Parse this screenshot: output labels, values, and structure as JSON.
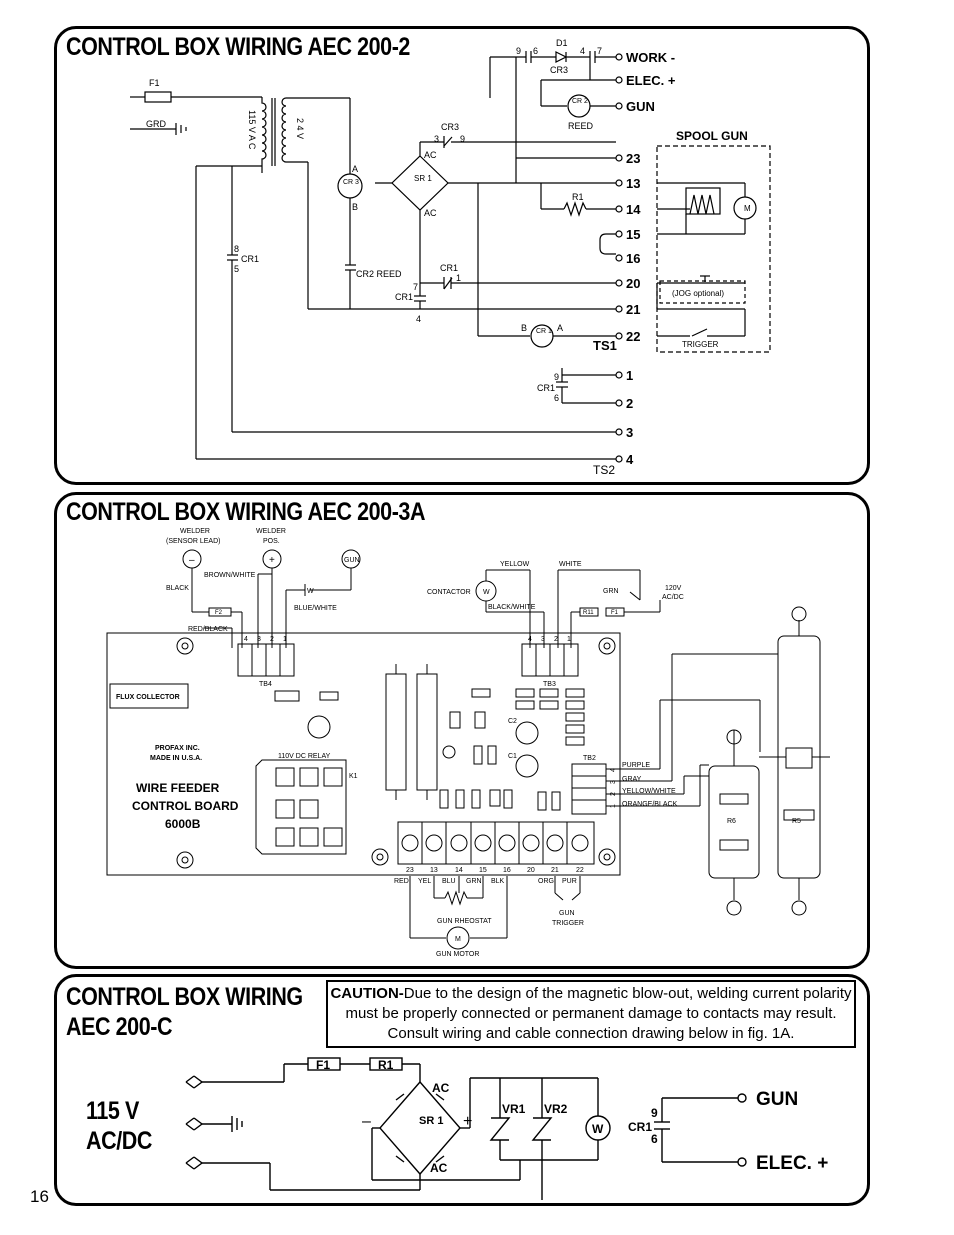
{
  "page_number": "16",
  "panel1": {
    "title": "CONTROL BOX WIRING AEC 200-2",
    "fuse": "F1",
    "grd": "GRD",
    "transformer_primary": "115 V A C",
    "transformer_secondary": "2 4 V",
    "cr3_coil": "CR 3",
    "cr3_a": "A",
    "cr3_b": "B",
    "cr3_contact": "CR3",
    "cr3_pins": [
      "3",
      "9"
    ],
    "sr1": "SR 1",
    "ac_top": "AC",
    "ac_bottom": "AC",
    "cr1_left_top": "8",
    "cr1_left_label": "CR1",
    "cr1_left_bottom": "5",
    "cr2_reed": "CR2 REED",
    "cr1_mid_pins": [
      "7",
      "4"
    ],
    "cr1_mid_label": "CR1",
    "cr1_nc_label": "CR1",
    "cr1_nc_pin": "1",
    "d1": "D1",
    "d1_pins": [
      "9",
      "6",
      "4",
      "7"
    ],
    "cr3_top": "CR3",
    "cr2_coil": "CR 2",
    "reed": "REED",
    "r1": "R1",
    "cr1_coil": "CR 1",
    "cr1_coil_b": "B",
    "cr1_coil_a": "A",
    "cr1_low_pins": [
      "9",
      "6"
    ],
    "cr1_low_label": "CR1",
    "terminals_top": [
      "WORK -",
      "ELEC. +",
      "GUN"
    ],
    "ts1_terminals": [
      "23",
      "13",
      "14",
      "15",
      "16",
      "20",
      "21",
      "22"
    ],
    "ts1": "TS1",
    "ts2_terminals": [
      "1",
      "2",
      "3",
      "4"
    ],
    "ts2": "TS2",
    "spool_gun": "SPOOL GUN",
    "motor": "M",
    "jog": "(JOG optional)",
    "trigger": "TRIGGER"
  },
  "panel2": {
    "title": "CONTROL BOX WIRING AEC 200-3A",
    "welder_sensor": [
      "WELDER",
      "(SENSOR LEAD)"
    ],
    "welder_pos": [
      "WELDER",
      "POS."
    ],
    "gun": "GUN",
    "minus": "–",
    "plus": "+",
    "black": "BLACK",
    "brown_white": "BROWN/WHITE",
    "blue_white": "BLUE/WHITE",
    "red_black": "RED/BLACK",
    "w": "W",
    "f2": "F2",
    "contactor": "CONTACTOR",
    "yellow": "YELLOW",
    "white": "WHITE",
    "black_white": "BLACK/WHITE",
    "grn": "GRN",
    "v120": [
      "120V",
      "AC/DC"
    ],
    "r11": "R11",
    "f1": "F1",
    "tb_pins": [
      "4",
      "3",
      "2",
      "1"
    ],
    "tb4": "TB4",
    "tb3": "TB3",
    "tb2": "TB2",
    "flux_collector": "FLUX COLLECTOR",
    "profax": [
      "PROFAX INC.",
      "MADE IN U.S.A."
    ],
    "relay": "110V DC RELAY",
    "k1": "K1",
    "board": [
      "WIRE FEEDER",
      "CONTROL BOARD",
      "6000B"
    ],
    "c1": "C1",
    "c2": "C2",
    "tb2_wires": [
      "PURPLE",
      "GRAY",
      "YELLOW/WHITE",
      "ORANGE/BLACK"
    ],
    "tb2_pins": [
      "4",
      "3",
      "2",
      "1"
    ],
    "r6": "R6",
    "r5": "R5",
    "bottom_terms": [
      "23",
      "13",
      "14",
      "15",
      "16",
      "20",
      "21",
      "22"
    ],
    "bottom_colors": [
      "RED",
      "YEL",
      "BLU",
      "GRN",
      "BLK",
      "ORG",
      "PUR"
    ],
    "gun_rheostat": "GUN RHEOSTAT",
    "gun_motor": "GUN MOTOR",
    "gun_trigger": [
      "GUN",
      "TRIGGER"
    ],
    "m": "M"
  },
  "panel3": {
    "title_line1": "CONTROL BOX WIRING",
    "title_line2": "AEC 200-C",
    "caution_label": "CAUTION-",
    "caution_text": "Due to the design of the magnetic blow-out, welding current polarity must be properly connected or permanent damage to contacts may result. Consult wiring and cable connection drawing below in fig. 1A.",
    "supply_line1": "115 V",
    "supply_line2": "AC/DC",
    "f1": "F1",
    "r1": "R1",
    "ac_top": "AC",
    "ac_bottom": "AC",
    "sr1": "SR 1",
    "vr1": "VR1",
    "vr2": "VR2",
    "w": "W",
    "cr1": "CR1",
    "cr1_pins": [
      "9",
      "6"
    ],
    "gun": "GUN",
    "elec": "ELEC. +"
  }
}
